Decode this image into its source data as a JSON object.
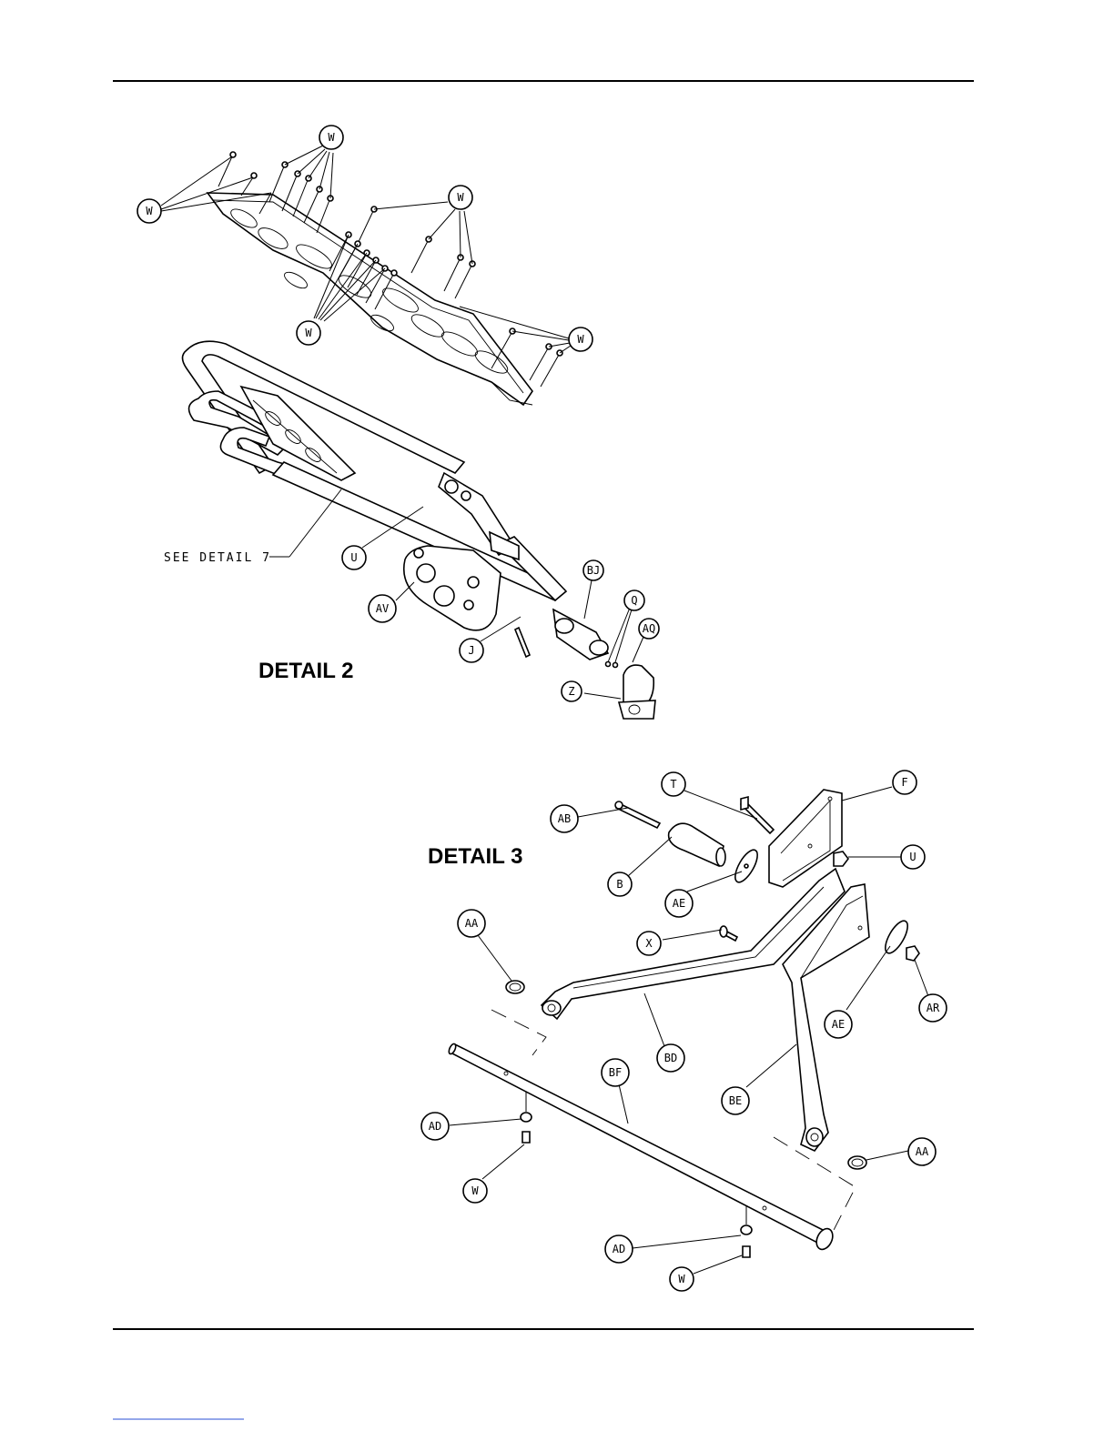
{
  "page": {
    "footer_link": ""
  },
  "detail2": {
    "title": "DETAIL 2",
    "see_detail": "SEE DETAIL 7",
    "labels": {
      "w1": "W",
      "w2": "W",
      "w3": "W",
      "w4": "W",
      "w5": "W",
      "u": "U",
      "av": "AV",
      "j": "J",
      "bj": "BJ",
      "q": "Q",
      "aq": "AQ",
      "z": "Z"
    }
  },
  "detail3": {
    "title": "DETAIL 3",
    "labels": {
      "t": "T",
      "f": "F",
      "ab": "AB",
      "u": "U",
      "b": "B",
      "ae1": "AE",
      "aa1": "AA",
      "x": "X",
      "ar": "AR",
      "ae2": "AE",
      "bd": "BD",
      "bf": "BF",
      "be": "BE",
      "ad1": "AD",
      "aa2": "AA",
      "w1": "W",
      "ad2": "AD",
      "w2": "W"
    }
  }
}
